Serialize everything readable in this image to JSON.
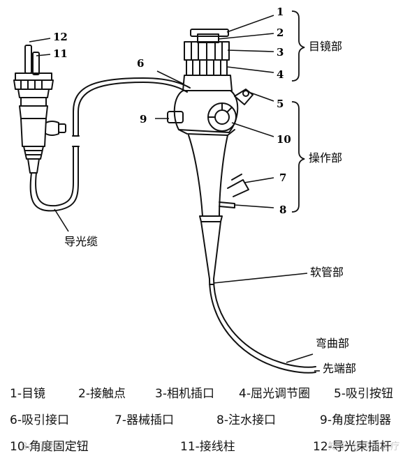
{
  "numbers": [
    "1",
    "2",
    "3",
    "4",
    "5",
    "6",
    "7",
    "8",
    "9",
    "10",
    "11",
    "12"
  ],
  "groups": {
    "eyepiece": "目镜部",
    "operation": "操作部",
    "insertion": "软管部",
    "bending": "弯曲部",
    "tip": "先端部",
    "light_guide": "导光缆"
  },
  "legend": [
    [
      "1-目镜",
      "2-接触点",
      "3-相机插口",
      "4-屈光调节圈",
      "5-吸引按钮"
    ],
    [
      "6-吸引接口",
      "7-器械插口",
      "8-注水接口",
      "9-角度控制器"
    ],
    [
      "10-角度固定钮",
      "11-接线柱",
      "12-导光束插杆"
    ]
  ],
  "watermarks": {
    "left": "Bai 百科",
    "right": "知乎 @思辺医疗"
  }
}
